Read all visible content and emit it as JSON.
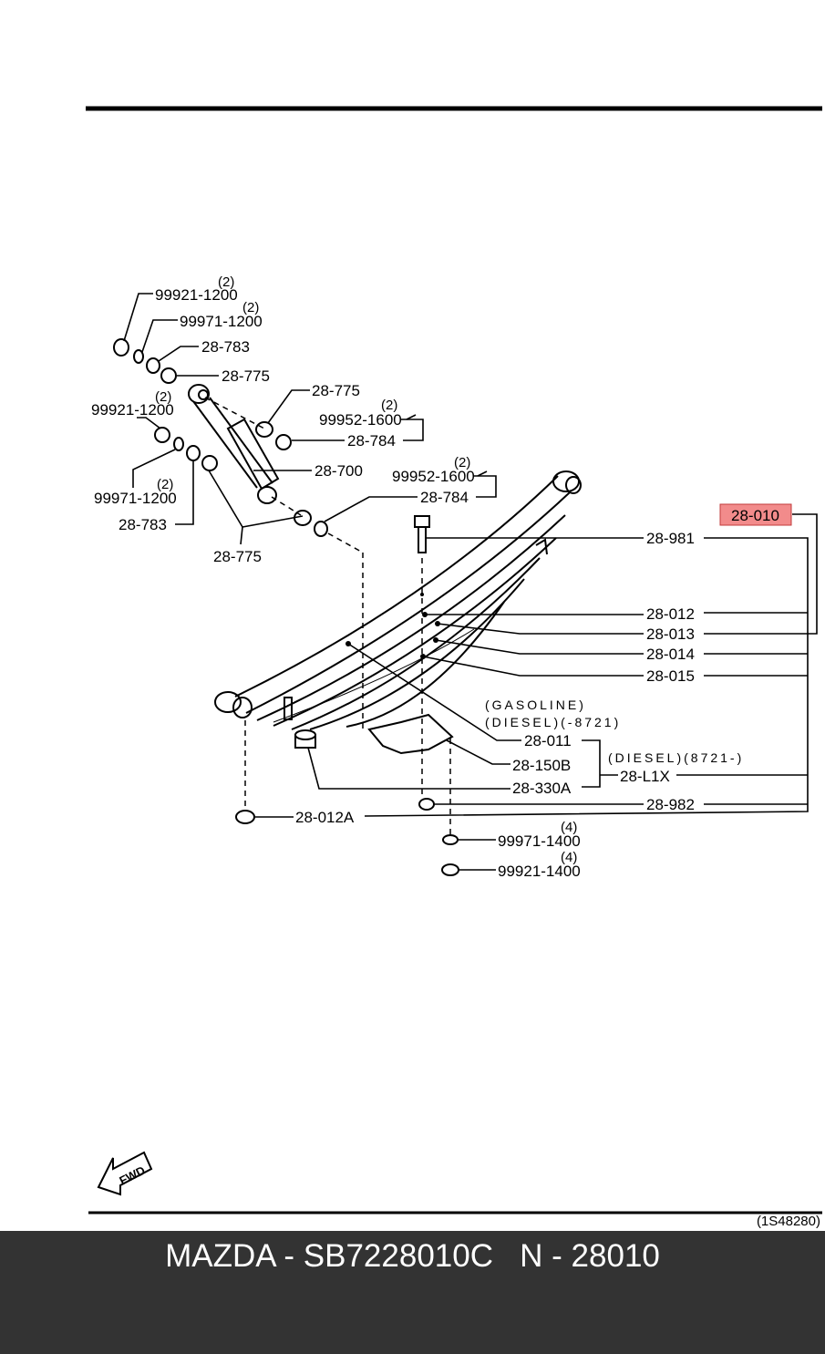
{
  "diagram": {
    "labels": {
      "nut_top": "99921-1200",
      "nut_top_qty": "(2)",
      "washer_top": "99971-1200",
      "washer_top_qty": "(2)",
      "bush_top_a": "28-783",
      "bush_top_b": "28-775",
      "bush_right": "28-775",
      "bolt_upper": "99952-1600",
      "bolt_upper_qty": "(2)",
      "bush_784_upper": "28-784",
      "nut_left": "99921-1200",
      "nut_left_qty": "(2)",
      "washer_left": "99971-1200",
      "washer_left_qty": "(2)",
      "bush_783_left": "28-783",
      "bush_775_lower": "28-775",
      "shock_absorber": "28-700",
      "bolt_lower": "99952-1600",
      "bolt_lower_qty": "(2)",
      "bush_784_lower": "28-784",
      "spring_assembly": "28-010",
      "center_bolt": "28-981",
      "leaf_2": "28-012",
      "leaf_3": "28-013",
      "leaf_4": "28-014",
      "leaf_5": "28-015",
      "note_gasoline": "(GASOLINE)",
      "note_diesel_before": "(DIESEL)(-8721)",
      "main_leaf": "28-011",
      "plate": "28-150B",
      "bushing_330a": "28-330A",
      "note_diesel_after": "(DIESEL)(8721-)",
      "kit_l1x": "28-L1X",
      "center_nut": "28-982",
      "bushing_012a": "28-012A",
      "washer_bottom": "99971-1400",
      "washer_bottom_qty": "(4)",
      "nut_bottom": "99921-1400",
      "nut_bottom_qty": "(4)",
      "fwd": "FWD",
      "figure_code": "(1S48280)"
    },
    "highlight_color": "#f28b8b"
  },
  "footer": {
    "title": "MAZDA - SB7228010C   N - 28010",
    "background": "#333333",
    "text_color": "#ffffff"
  }
}
